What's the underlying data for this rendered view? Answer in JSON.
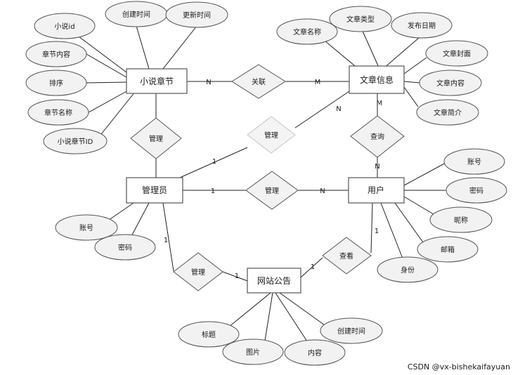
{
  "entities": {
    "chapter": "小说章节",
    "article": "文章信息",
    "admin": "管理员",
    "user": "用户",
    "notice": "网站公告"
  },
  "relationships": {
    "related": "关联",
    "manage_chapter": "管理",
    "manage_article": "管理",
    "query": "查询",
    "manage_user": "管理",
    "manage_notice": "管理",
    "view_notice": "查看"
  },
  "attributes": {
    "chapter": [
      "小说id",
      "创建时间",
      "更新时间",
      "章节内容",
      "排序",
      "章节名称",
      "小说章节ID"
    ],
    "article": [
      "文章名称",
      "文章类型",
      "发布日期",
      "文章封面",
      "文章内容",
      "文章简介"
    ],
    "user": [
      "账号",
      "密码",
      "昵称",
      "邮箱",
      "身份"
    ],
    "admin": [
      "账号",
      "密码"
    ],
    "notice": [
      "标题",
      "图片",
      "内容",
      "创建时间"
    ]
  },
  "cardinalities": {
    "chapter_related": "N",
    "article_related": "M",
    "admin_manage_article": "1",
    "article_manage_admin": "N",
    "article_query": "M",
    "user_query": "N",
    "admin_manage_user": "1",
    "user_manage_admin": "N",
    "admin_manage_notice": "1",
    "notice_manage_admin": "1",
    "user_view_notice": "1",
    "notice_view_user": "1"
  },
  "watermark": "CSDN @vx-bishekaifayuan"
}
